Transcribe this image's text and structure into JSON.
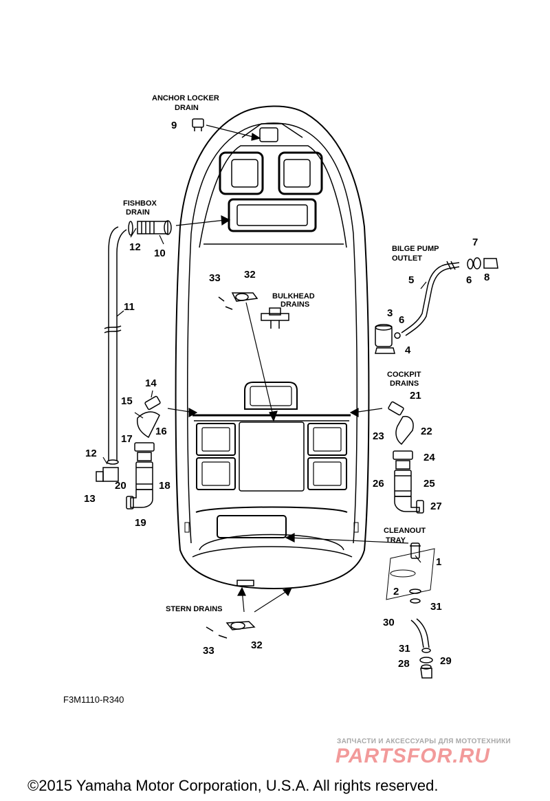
{
  "labels": {
    "anchor_locker_line1": "ANCHOR LOCKER",
    "anchor_locker_line2": "DRAIN",
    "fishbox_line1": "FISHBOX",
    "fishbox_line2": "DRAIN",
    "bilge_line1": "BILGE PUMP",
    "bilge_line2": "OUTLET",
    "bulkhead_line1": "BULKHEAD",
    "bulkhead_line2": "DRAINS",
    "cockpit_line1": "COCKPIT",
    "cockpit_line2": "DRAINS",
    "cleanout_line1": "CLEANOUT",
    "cleanout_line2": "TRAY",
    "stern_drains": "STERN DRAINS"
  },
  "callouts": {
    "n1": "1",
    "n2": "2",
    "n3": "3",
    "n4": "4",
    "n5": "5",
    "n6": "6",
    "n7": "7",
    "n8": "8",
    "n9": "9",
    "n10": "10",
    "n11": "11",
    "n12a": "12",
    "n12b": "12",
    "n13": "13",
    "n14": "14",
    "n15": "15",
    "n16": "16",
    "n17": "17",
    "n18": "18",
    "n19": "19",
    "n20": "20",
    "n21": "21",
    "n22": "22",
    "n23": "23",
    "n24": "24",
    "n25": "25",
    "n26": "26",
    "n27": "27",
    "n28": "28",
    "n29": "29",
    "n30": "30",
    "n31a": "31",
    "n31b": "31",
    "n32a": "32",
    "n32b": "32",
    "n33a": "33",
    "n33b": "33"
  },
  "diagram_code": "F3M1110-R340",
  "watermark": {
    "line1": "ЗАПЧАСТИ И АКСЕССУАРЫ ДЛЯ МОТОТЕХНИКИ",
    "line2": "PARTSFOR.RU",
    "color": "#f29a9a"
  },
  "copyright": "©2015 Yamaha Motor Corporation, U.S.A. All rights reserved."
}
